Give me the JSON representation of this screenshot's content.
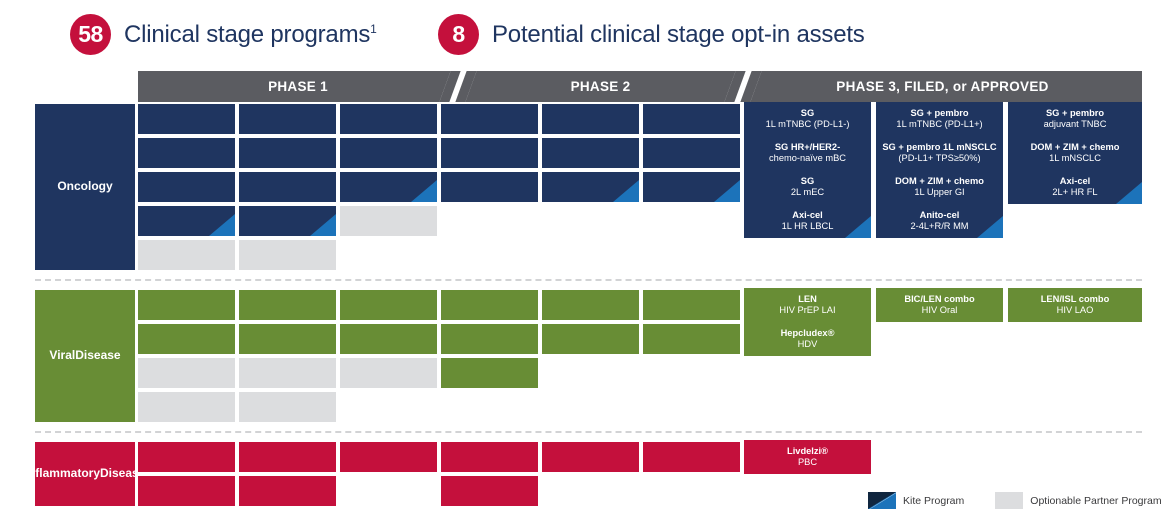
{
  "header": {
    "items": [
      {
        "count": "58",
        "label": "Clinical stage programs",
        "sup": "1"
      },
      {
        "count": "8",
        "label": "Potential clinical stage opt-in assets",
        "sup": ""
      }
    ]
  },
  "phases": [
    {
      "name": "PHASE 1"
    },
    {
      "name": "PHASE 2"
    },
    {
      "name": "PHASE 3, FILED, or APPROVED"
    }
  ],
  "legend": {
    "kite": "Kite Program",
    "optionable": "Optionable Partner Program"
  },
  "colors": {
    "oncology": "#1F3560",
    "viral": "#688D35",
    "inflammatory": "#C4103C",
    "optionable": "#DCDDDF",
    "phase_bar": "#5B5C61",
    "kite_blue": "#1C73BA",
    "badge": "#C4103C"
  },
  "sections": [
    {
      "id": "oncology",
      "label": "Oncology",
      "color_class": "onc",
      "rows": [
        [
          {
            "col": 1,
            "type": "onc"
          },
          {
            "col": 2,
            "type": "onc"
          },
          {
            "col": 3,
            "type": "onc"
          },
          {
            "col": 4,
            "type": "onc"
          },
          {
            "col": 5,
            "type": "onc"
          },
          {
            "col": 6,
            "type": "onc"
          },
          {
            "col": 7,
            "type": "onc",
            "t1": "SG",
            "t2": "1L mTNBC (PD-L1-)"
          },
          {
            "col": 8,
            "type": "onc",
            "t1": "SG + pembro",
            "t2": "1L mTNBC (PD-L1+)"
          },
          {
            "col": 9,
            "type": "onc",
            "t1": "SG + pembro",
            "t2": "adjuvant TNBC"
          }
        ],
        [
          {
            "col": 1,
            "type": "onc"
          },
          {
            "col": 2,
            "type": "onc"
          },
          {
            "col": 3,
            "type": "onc"
          },
          {
            "col": 4,
            "type": "onc"
          },
          {
            "col": 5,
            "type": "onc"
          },
          {
            "col": 6,
            "type": "onc"
          },
          {
            "col": 7,
            "type": "onc",
            "t1": "SG HR+/HER2-",
            "t2": "chemo-naïve mBC"
          },
          {
            "col": 8,
            "type": "onc",
            "t1": "SG + pembro 1L mNSCLC",
            "t2": "(PD-L1+ TPS≥50%)"
          },
          {
            "col": 9,
            "type": "onc",
            "t1": "DOM + ZIM + chemo",
            "t2": "1L mNSCLC"
          }
        ],
        [
          {
            "col": 1,
            "type": "onc"
          },
          {
            "col": 2,
            "type": "onc"
          },
          {
            "col": 3,
            "type": "onc",
            "kite": true
          },
          {
            "col": 4,
            "type": "onc"
          },
          {
            "col": 5,
            "type": "onc",
            "kite": true
          },
          {
            "col": 6,
            "type": "onc",
            "kite": true
          },
          {
            "col": 7,
            "type": "onc",
            "t1": "SG",
            "t2": "2L mEC"
          },
          {
            "col": 8,
            "type": "onc",
            "t1": "DOM + ZIM + chemo",
            "t2": "1L Upper GI"
          },
          {
            "col": 9,
            "type": "onc",
            "t1": "Axi-cel",
            "t2": "2L+ HR FL",
            "kite": true
          }
        ],
        [
          {
            "col": 1,
            "type": "onc",
            "kite": true
          },
          {
            "col": 2,
            "type": "onc",
            "kite": true
          },
          {
            "col": 3,
            "type": "opt"
          },
          {
            "col": 7,
            "type": "onc",
            "t1": "Axi-cel",
            "t2": "1L HR LBCL",
            "kite": true
          },
          {
            "col": 8,
            "type": "onc",
            "t1": "Anito-cel",
            "t2": "2-4L+R/R MM",
            "kite": true
          }
        ],
        [
          {
            "col": 1,
            "type": "opt"
          },
          {
            "col": 2,
            "type": "opt"
          }
        ]
      ]
    },
    {
      "id": "viral",
      "label": "Viral\nDisease",
      "color_class": "vir",
      "rows": [
        [
          {
            "col": 1,
            "type": "vir"
          },
          {
            "col": 2,
            "type": "vir"
          },
          {
            "col": 3,
            "type": "vir"
          },
          {
            "col": 4,
            "type": "vir"
          },
          {
            "col": 5,
            "type": "vir"
          },
          {
            "col": 6,
            "type": "vir"
          },
          {
            "col": 7,
            "type": "vir",
            "t1": "LEN",
            "t2": "HIV PrEP LAI"
          },
          {
            "col": 8,
            "type": "vir",
            "t1": "BIC/LEN combo",
            "t2": "HIV Oral"
          },
          {
            "col": 9,
            "type": "vir",
            "t1": "LEN/ISL combo",
            "t2": "HIV LAO"
          }
        ],
        [
          {
            "col": 1,
            "type": "vir"
          },
          {
            "col": 2,
            "type": "vir"
          },
          {
            "col": 3,
            "type": "vir"
          },
          {
            "col": 4,
            "type": "vir"
          },
          {
            "col": 5,
            "type": "vir"
          },
          {
            "col": 6,
            "type": "vir"
          },
          {
            "col": 7,
            "type": "vir",
            "t1": "Hepcludex®",
            "t2": "HDV"
          }
        ],
        [
          {
            "col": 1,
            "type": "opt"
          },
          {
            "col": 2,
            "type": "opt"
          },
          {
            "col": 3,
            "type": "opt"
          },
          {
            "col": 4,
            "type": "vir"
          }
        ],
        [
          {
            "col": 1,
            "type": "opt"
          },
          {
            "col": 2,
            "type": "opt"
          }
        ]
      ]
    },
    {
      "id": "inflammatory",
      "label": "Inflammatory\nDisease",
      "color_class": "inf",
      "rows": [
        [
          {
            "col": 1,
            "type": "inf"
          },
          {
            "col": 2,
            "type": "inf"
          },
          {
            "col": 3,
            "type": "inf"
          },
          {
            "col": 4,
            "type": "inf"
          },
          {
            "col": 5,
            "type": "inf"
          },
          {
            "col": 6,
            "type": "inf"
          },
          {
            "col": 7,
            "type": "inf",
            "t1": "Livdelzi®",
            "t2": "PBC"
          }
        ],
        [
          {
            "col": 1,
            "type": "inf"
          },
          {
            "col": 2,
            "type": "inf"
          },
          {
            "col": 4,
            "type": "inf"
          }
        ]
      ]
    }
  ]
}
